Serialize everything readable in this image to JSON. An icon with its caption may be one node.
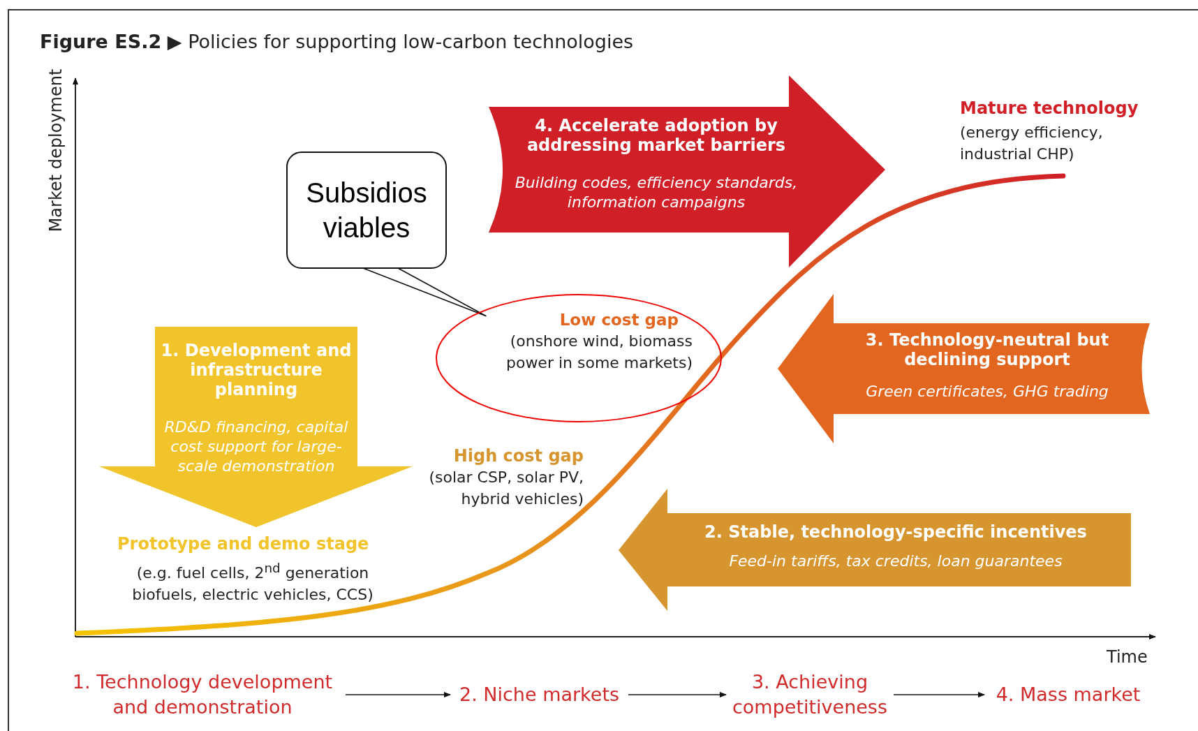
{
  "diagram": {
    "title": "**Figure ES.2** ▶ Policies for supporting low-carbon technologies",
    "nodes": [
      {
        "text": [
          "1. Development and infrastructure planning",
          "RD&D financing, capital cost support for large-scale demonstration"
        ],
        "beside": [
          "Prototype and demo stage",
          "(e.g. fuel cells, 2$^{nd}$ generation biofuels, electric vehicles, CCS)"
        ]
      },
      {
        "text": [
          "2. Stable, technology-specific incentives",
          "Feed-in tariffs, tax credits, loan guarantees"
        ]
      },
      {
        "text": [
          "3. Technology-neutral but declining support",
          "Green certificates, GHG trading"
        ]
      },
      {
        "text": [
          "4. Accelerate adoption by addressing market barriers",
          "Building codes, efficiency standards, information campaigns"
        ]
      },
      {
        "text": [
          "Subsidios viables"
        ]
      },
      {
        "text": [
          "Low cost gap",
          "(onshore wind, biomass power in some markets)"
        ]
      },
      {
        "text": [
          "1. Technology development and demonstration"
        ]
      },
      {
        "text": [
          "2. Niche markets"
        ]
      },
      {
        "text": [
          "3. Achieving competitiveness"
        ]
      },
      {
        "text": [
          "4. Mass market"
        ]
      }
    ],
    "edges": [
      {
        "from": 4,
        "to": 5,
        "arrow": "none"
      },
      {
        "from": 6,
        "to": 7,
        "arrow": "to"
      },
      {
        "from": 7,
        "to": 8,
        "arrow": "to"
      },
      {
        "from": 8,
        "to": 9,
        "arrow": "to"
      }
    ],
    "labels": [
      "Market deployment",
      "Mature technology",
      "(energy efficiency, industrial CHP)",
      "High cost gap",
      "(solar CSP, solar PV, hybrid vehicles)",
      "Time"
    ]
  }
}
